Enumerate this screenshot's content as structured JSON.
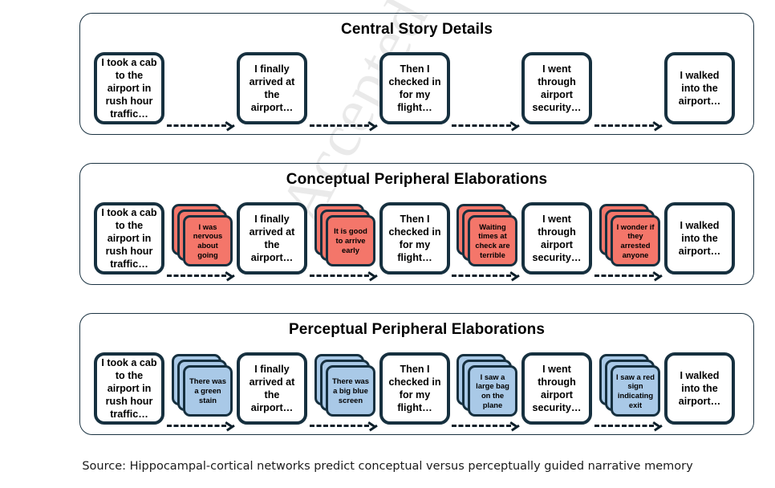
{
  "watermark": {
    "text": "Accepted Manuscript"
  },
  "colors": {
    "outline": "#16303f",
    "panel_border": "#1b3342",
    "conceptual_card": "#f4766a",
    "perceptual_card": "#a9c9e7",
    "box_fill": "#ffffff",
    "arrow": "#0d1f2a"
  },
  "caption": {
    "text": "Source: Hippocampal-cortical networks predict conceptual versus perceptually guided narrative memory"
  },
  "story_boxes": [
    {
      "text": "I took a cab to the airport in rush hour traffic…"
    },
    {
      "text": "I finally arrived at the airport…"
    },
    {
      "text": "Then I checked in for my flight…"
    },
    {
      "text": "I went through airport security…"
    },
    {
      "text": "I walked into the airport…"
    }
  ],
  "panels": [
    {
      "id": "central",
      "title": "Central Story Details",
      "has_elaborations": false,
      "elaborations": []
    },
    {
      "id": "conceptual",
      "title": "Conceptual Peripheral Elaborations",
      "has_elaborations": true,
      "card_color": "#f4766a",
      "elaborations": [
        {
          "text": "I was nervous about going"
        },
        {
          "text": "It is good to arrive early"
        },
        {
          "text": "Waiting times at check are terrible"
        },
        {
          "text": "I wonder if they arrested anyone"
        }
      ]
    },
    {
      "id": "perceptual",
      "title": "Perceptual Peripheral Elaborations",
      "has_elaborations": true,
      "card_color": "#a9c9e7",
      "elaborations": [
        {
          "text": "There was a green stain"
        },
        {
          "text": "There was a big blue screen"
        },
        {
          "text": "I saw a large bag on the plane"
        },
        {
          "text": "I saw a red sign indicating exit"
        }
      ]
    }
  ]
}
